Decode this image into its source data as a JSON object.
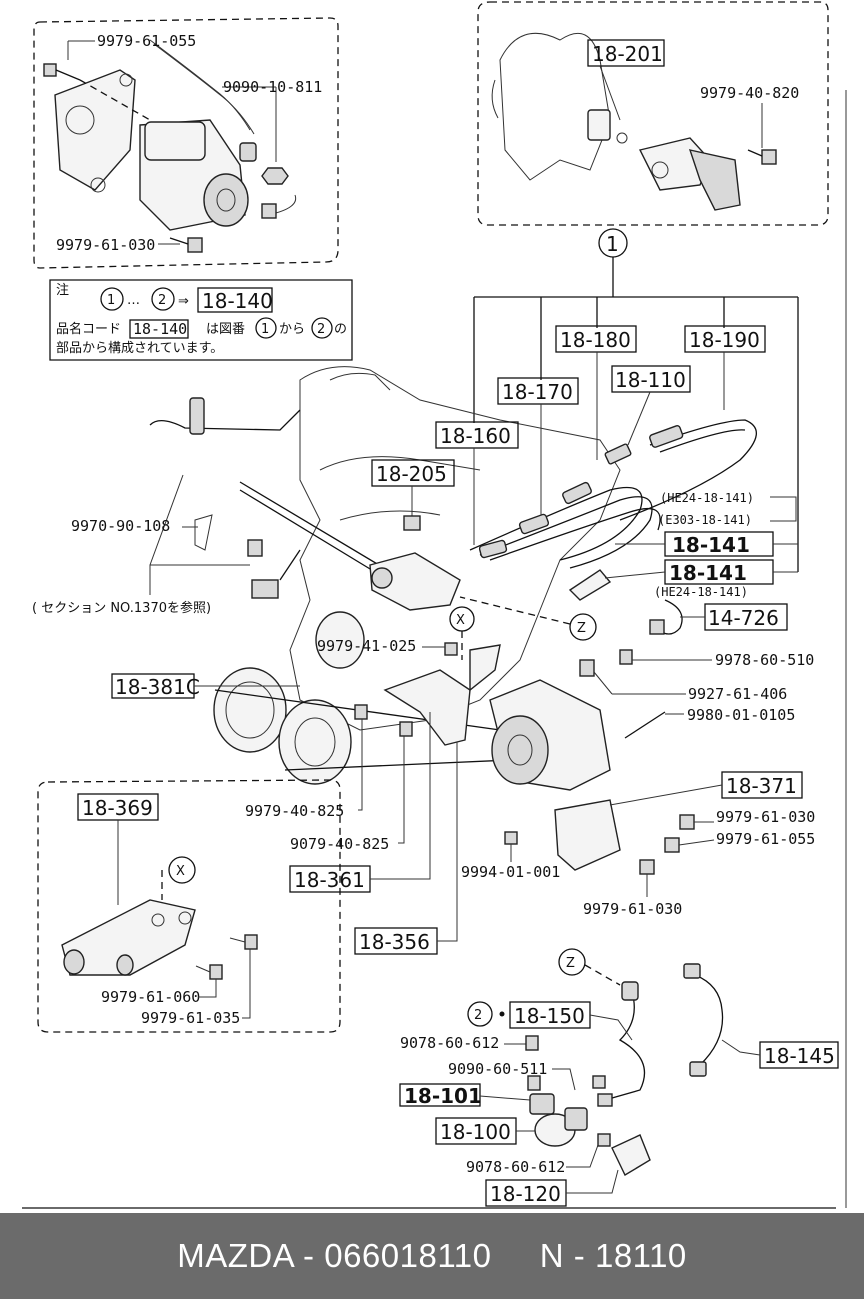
{
  "top_left_inset": {
    "part_numbers": [
      "9979-61-055",
      "9090-10-811",
      "9979-61-030"
    ]
  },
  "top_right_inset": {
    "ref_boxes": [
      "18-201"
    ],
    "part_numbers": [
      "9979-40-820"
    ]
  },
  "note": {
    "heading": "注",
    "seq_start": "1",
    "seq_end": "2",
    "ellipsis": "…",
    "arrow": "⇒",
    "ref": "18-140",
    "line2_prefix": "品名コード",
    "line2_ref": "18-140",
    "line2_mid": "は図番",
    "line2_from": "1",
    "line2_kara": "から",
    "line2_to": "2",
    "line2_no": "の",
    "line3": "部品から構成されています。"
  },
  "callout_number": "1",
  "callout_x": "X",
  "callout_z": "Z",
  "callout_2": "2",
  "main_refs": {
    "r18_180": "18-180",
    "r18_190": "18-190",
    "r18_110": "18-110",
    "r18_170": "18-170",
    "r18_160": "18-160",
    "r18_205": "18-205",
    "r18_141a": "18-141",
    "r18_141b": "18-141",
    "r14_726": "14-726",
    "r18_381c": "18-381C",
    "r18_371": "18-371",
    "r18_361": "18-361",
    "r18_356": "18-356",
    "r18_369": "18-369",
    "r18_150": "18-150",
    "r18_145": "18-145",
    "r18_101": "18-101",
    "r18_100": "18-100",
    "r18_120": "18-120"
  },
  "small_refs": {
    "he24_a": "(HE24-18-141)",
    "e303": "(E303-18-141)",
    "he24_b": "(HE24-18-141)"
  },
  "section_note": "( セクション  NO.1370を参照)",
  "part_numbers": {
    "p9970_90_108": "9970-90-108",
    "p9979_41_025": "9979-41-025",
    "p9978_60_510": "9978-60-510",
    "p9927_61_406": "9927-61-406",
    "p9980_01_0105": "9980-01-0105",
    "p9979_40_825": "9979-40-825",
    "p9079_40_825": "9079-40-825",
    "p9979_61_030a": "9979-61-030",
    "p9979_61_055": "9979-61-055",
    "p9994_01_001": "9994-01-001",
    "p9979_61_030b": "9979-61-030",
    "p9979_61_060": "9979-61-060",
    "p9979_61_035": "9979-61-035",
    "p9078_60_612a": "9078-60-612",
    "p9090_60_511": "9090-60-511",
    "p9078_60_612b": "9078-60-612"
  },
  "highlight_color": "#f4a0a0",
  "footer": {
    "brand": "MAZDA",
    "sep1": " - ",
    "part_no": "066018110",
    "gap": "     ",
    "ref_prefix": "N",
    "sep2": " - ",
    "ref_no": "18110"
  }
}
